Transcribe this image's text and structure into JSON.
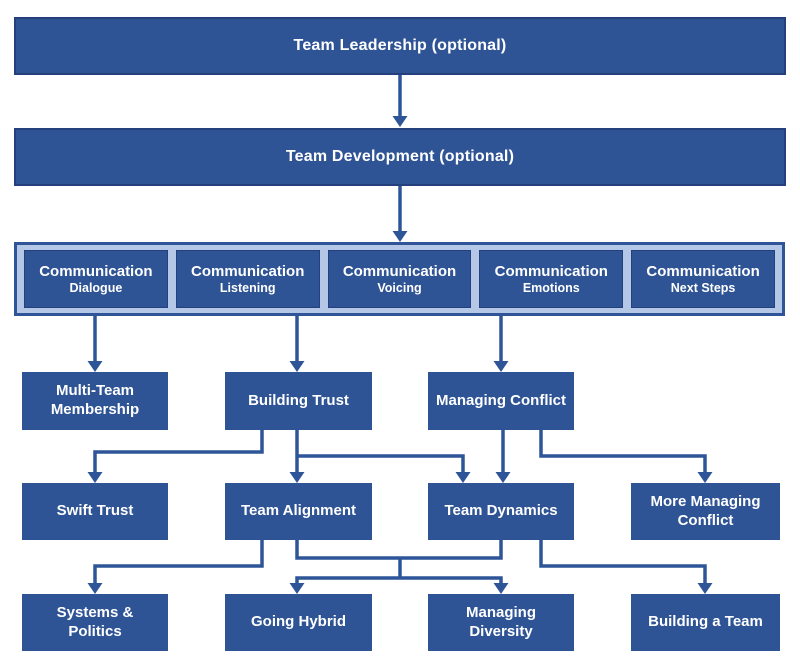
{
  "title_boxes": {
    "leadership": "Team Leadership (optional)",
    "development": "Team Development (optional)"
  },
  "communication": {
    "items": [
      {
        "title": "Communication",
        "subtitle": "Dialogue"
      },
      {
        "title": "Communication",
        "subtitle": "Listening"
      },
      {
        "title": "Communication",
        "subtitle": "Voicing"
      },
      {
        "title": "Communication",
        "subtitle": "Emotions"
      },
      {
        "title": "Communication",
        "subtitle": "Next Steps"
      }
    ]
  },
  "level1": {
    "multi_team": "Multi-Team Membership",
    "building_trust": "Building Trust",
    "managing_conflict": "Managing Conflict"
  },
  "level2": {
    "swift_trust": "Swift Trust",
    "team_alignment": "Team Alignment",
    "team_dynamics": "Team Dynamics",
    "more_managing_conflict": "More Managing Conflict"
  },
  "level3": {
    "systems_politics": "Systems & Politics",
    "going_hybrid": "Going Hybrid",
    "managing_diversity": "Managing Diversity",
    "building_a_team": "Building a Team"
  },
  "colors": {
    "box_fill": "#2F5496",
    "box_border": "#24417E",
    "panel_fill": "#B4C7E7",
    "panel_border": "#2F5497",
    "connector": "#2E5597",
    "text": "#FFFFFF",
    "background": "#FFFFFF"
  }
}
